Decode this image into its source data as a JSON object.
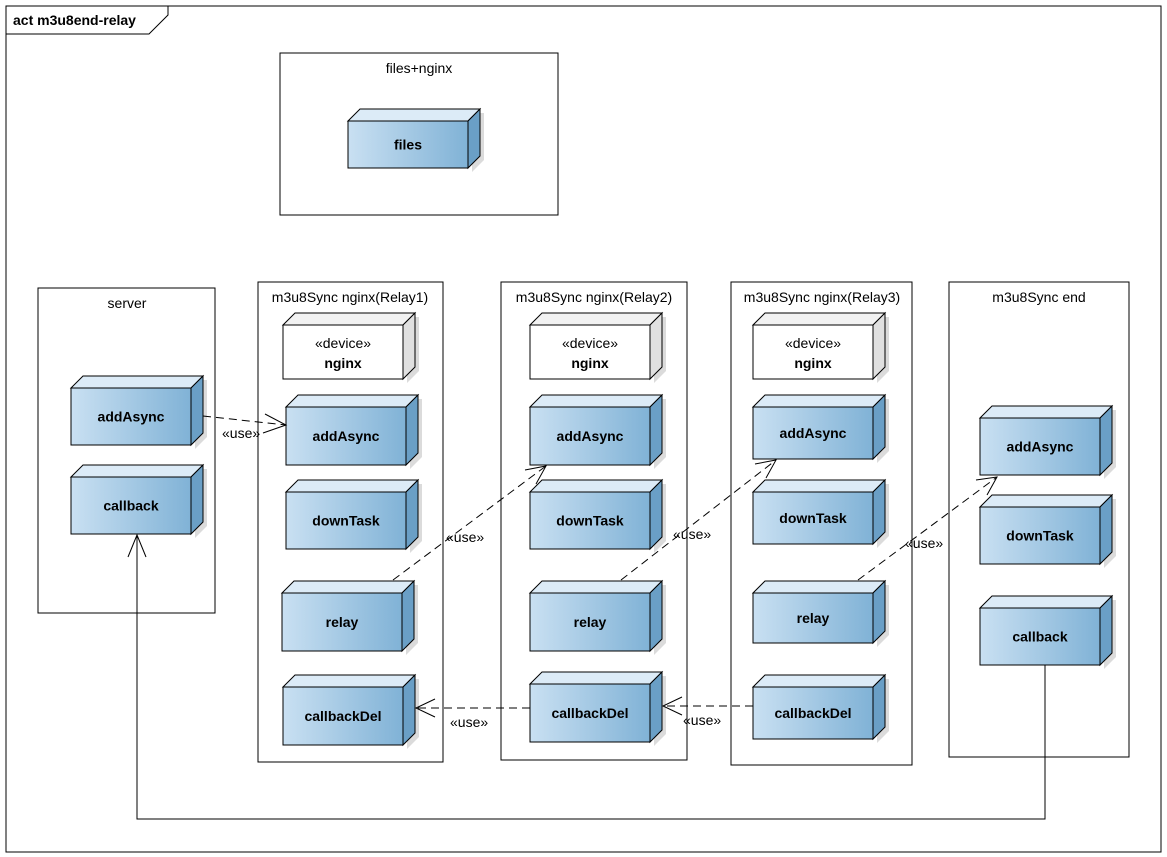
{
  "frame": {
    "title": "act m3u8end-relay"
  },
  "packages": {
    "files_nginx": {
      "title": "files+nginx"
    },
    "server": {
      "title": "server"
    },
    "relay1": {
      "title": "m3u8Sync nginx(Relay1)"
    },
    "relay2": {
      "title": "m3u8Sync nginx(Relay2)"
    },
    "relay3": {
      "title": "m3u8Sync nginx(Relay3)"
    },
    "end": {
      "title": "m3u8Sync end"
    }
  },
  "nodes": {
    "files": {
      "label": "files"
    },
    "server_addAsync": {
      "label": "addAsync"
    },
    "server_callback": {
      "label": "callback"
    },
    "r1_device": {
      "stereotype": "«device»",
      "label": "nginx"
    },
    "r1_addAsync": {
      "label": "addAsync"
    },
    "r1_downTask": {
      "label": "downTask"
    },
    "r1_relay": {
      "label": "relay"
    },
    "r1_callbackDel": {
      "label": "callbackDel"
    },
    "r2_device": {
      "stereotype": "«device»",
      "label": "nginx"
    },
    "r2_addAsync": {
      "label": "addAsync"
    },
    "r2_downTask": {
      "label": "downTask"
    },
    "r2_relay": {
      "label": "relay"
    },
    "r2_callbackDel": {
      "label": "callbackDel"
    },
    "r3_device": {
      "stereotype": "«device»",
      "label": "nginx"
    },
    "r3_addAsync": {
      "label": "addAsync"
    },
    "r3_downTask": {
      "label": "downTask"
    },
    "r3_relay": {
      "label": "relay"
    },
    "r3_callbackDel": {
      "label": "callbackDel"
    },
    "end_addAsync": {
      "label": "addAsync"
    },
    "end_downTask": {
      "label": "downTask"
    },
    "end_callback": {
      "label": "callback"
    }
  },
  "connectors": {
    "use_label": "«use»"
  },
  "colors": {
    "node_light": "#c5dcef",
    "node_dark": "#7fb0d4",
    "node_top": "#dcebf7",
    "node_side": "#6a9fc6",
    "device_fill": "#ffffff",
    "device_top": "#f2f2f2",
    "device_side": "#e0e0e0",
    "shadow": "#b8b8b8"
  }
}
